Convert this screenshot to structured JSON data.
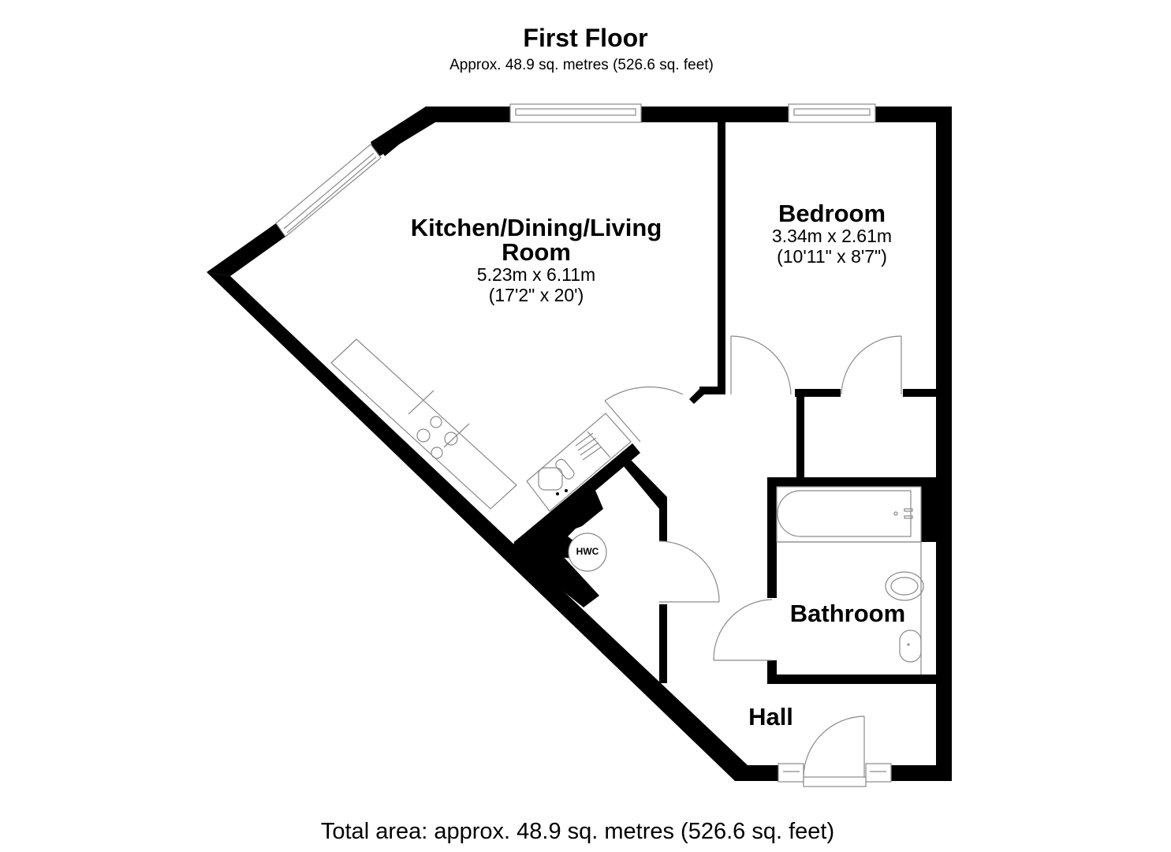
{
  "header": {
    "title": "First Floor",
    "subtitle": "Approx. 48.9 sq. metres (526.6 sq. feet)"
  },
  "rooms": [
    {
      "name_line1": "Kitchen/Dining/Living",
      "name_line2": "Room",
      "metric": "5.23m x 6.11m",
      "imperial": "(17'2\" x 20')"
    },
    {
      "name": "Bedroom",
      "metric": "3.34m x 2.61m",
      "imperial": "(10'11\" x 8'7\")"
    },
    {
      "name": "Bathroom"
    },
    {
      "name": "Hall"
    }
  ],
  "fixtures": {
    "hwc_label": "HWC"
  },
  "footer": {
    "total_area": "Total area: approx. 48.9 sq. metres (526.6 sq. feet)"
  },
  "colors": {
    "wall": "#000000",
    "fixture_line": "#8a8a8a",
    "background": "#ffffff"
  }
}
